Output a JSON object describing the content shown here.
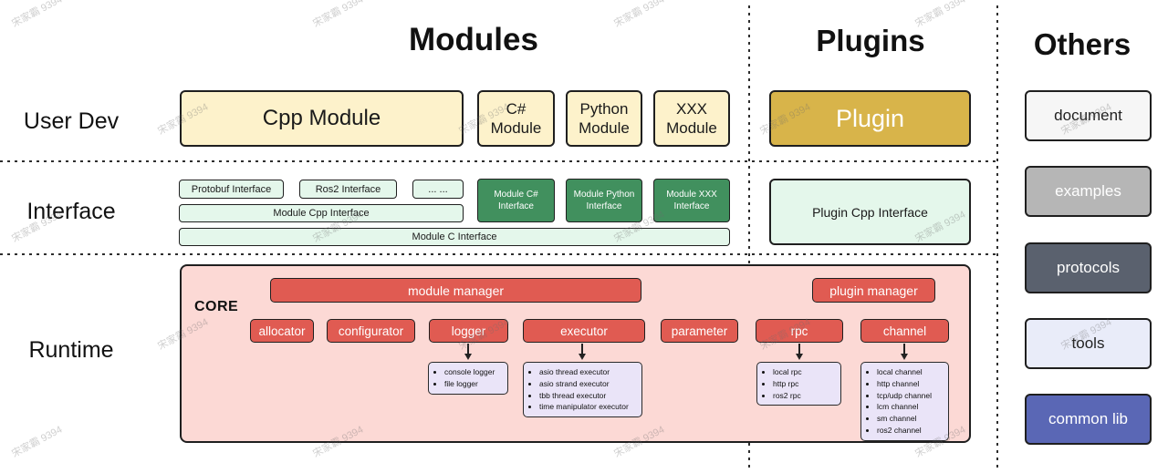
{
  "headers": {
    "modules": "Modules",
    "plugins": "Plugins",
    "others": "Others"
  },
  "row_labels": {
    "user_dev": "User Dev",
    "interface": "Interface",
    "runtime": "Runtime"
  },
  "user_dev": {
    "cpp_module": "Cpp Module",
    "csharp_module": "C# Module",
    "python_module": "Python Module",
    "xxx_module": "XXX Module",
    "plugin": "Plugin"
  },
  "interface": {
    "protobuf_interface": "Protobuf Interface",
    "ros2_interface": "Ros2 Interface",
    "ellipsis": "... ...",
    "module_cpp_interface": "Module Cpp Interface",
    "module_c_interface": "Module C Interface",
    "module_csharp_interface": "Module C# Interface",
    "module_python_interface": "Module Python Interface",
    "module_xxx_interface": "Module XXX Interface",
    "plugin_cpp_interface": "Plugin Cpp Interface"
  },
  "runtime": {
    "core_label": "CORE",
    "module_manager": "module manager",
    "plugin_manager": "plugin manager",
    "components": [
      "allocator",
      "configurator",
      "logger",
      "executor",
      "parameter",
      "rpc",
      "channel"
    ],
    "logger_impls": [
      "console logger",
      "file logger"
    ],
    "executor_impls": [
      "asio thread executor",
      "asio strand executor",
      "tbb thread executor",
      "time manipulator executor"
    ],
    "rpc_impls": [
      "local rpc",
      "http rpc",
      "ros2 rpc"
    ],
    "channel_impls": [
      "local channel",
      "http channel",
      "tcp/udp channel",
      "lcm channel",
      "sm channel",
      "ros2 channel"
    ]
  },
  "others": {
    "items": [
      {
        "label": "document",
        "bg": "#f6f6f6",
        "fg": "#222222"
      },
      {
        "label": "examples",
        "bg": "#b6b6b6",
        "fg": "#ffffff"
      },
      {
        "label": "protocols",
        "bg": "#5a616e",
        "fg": "#ffffff"
      },
      {
        "label": "tools",
        "bg": "#e9ecf9",
        "fg": "#222222"
      },
      {
        "label": "common lib",
        "bg": "#5a67b5",
        "fg": "#ffffff"
      }
    ]
  },
  "watermark": {
    "text": "宋家霸 9394"
  },
  "colors": {
    "module_cream": "#fdf2cb",
    "plugin_gold": "#d8b44a",
    "interface_light_green": "#e4f7eb",
    "interface_dark_green": "#41905e",
    "core_pink": "#fcd9d5",
    "core_red": "#e05b52",
    "impl_lavender": "#eae4f8",
    "border_dark": "#1f1f1f"
  }
}
